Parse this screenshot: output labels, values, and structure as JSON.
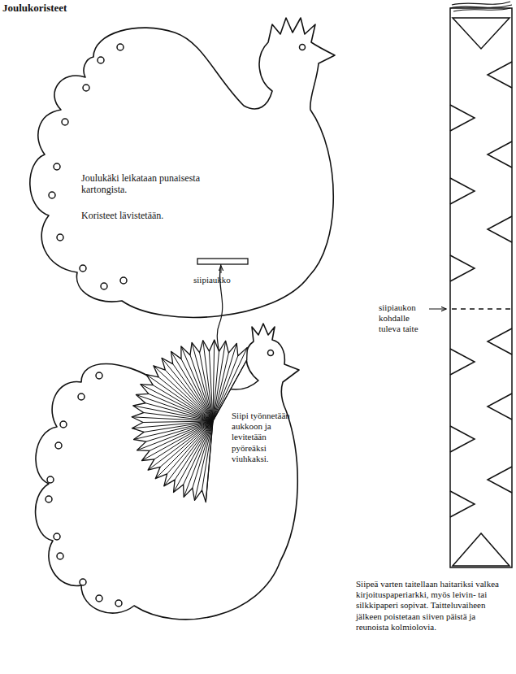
{
  "diagram": {
    "title": "Joulukoristeet",
    "nodes": [
      {
        "text": [
          "Joulukäki leikataan punaisesta kartongista.",
          "Koristeet lävistetään."
        ]
      },
      {
        "text": [
          "Siipi työnnetään aukkoon ja levitetään pyöreäksi viuhkaksi."
        ]
      }
    ],
    "labels": [
      "siipiaukko",
      "siipiaukon kohdalle tuleva taite",
      "Siipeä varten taitellaan haitariksi valkea kirjoituspaperiarkki, myös leivin- tai silkkipaperi sopivat. Taitteluvaiheen jälkeen poistetaan siiven päistä ja reunoista kolmiolovia."
    ]
  }
}
